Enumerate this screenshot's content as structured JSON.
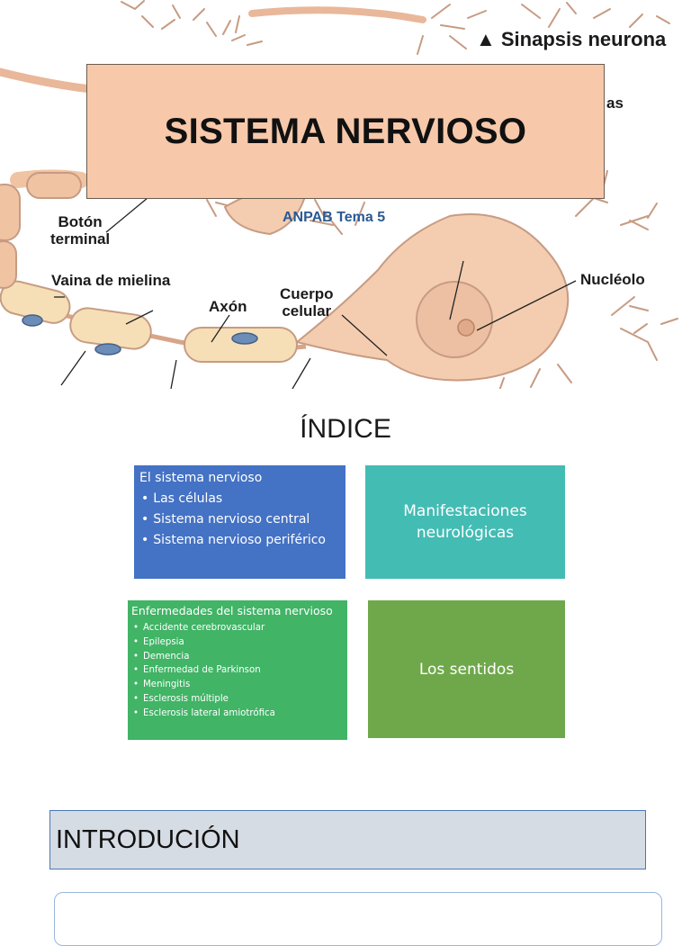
{
  "figure": {
    "labels": {
      "synapse": "▲ Sinapsis neurona",
      "partial": "as",
      "terminal_button": "Botón\nterminal",
      "myelin_sheath": "Vaina de mielina",
      "axon": "Axón",
      "cell_body": "Cuerpo\ncelular",
      "nucleolus": "Nucléolo"
    },
    "colors": {
      "cell": "#f4cdb0",
      "cell_dark": "#e5a988",
      "myelin": "#f6dfb6",
      "outline": "#c79b83"
    }
  },
  "title": "SISTEMA NERVIOSO",
  "subtitle": "ANPAB Tema 5",
  "index": {
    "heading": "ÍNDICE",
    "cards": [
      {
        "title": "El sistema nervioso",
        "items": [
          "Las células",
          "Sistema nervioso central",
          "Sistema nervioso periférico"
        ],
        "color": "#4472c4"
      },
      {
        "title": "Manifestaciones neurológicas",
        "color": "#43bcb4"
      },
      {
        "title": "Enfermedades del sistema nervioso",
        "items": [
          "Accidente cerebrovascular",
          "Epilepsia",
          "Demencia",
          "Enfermedad de Parkinson",
          "Meningitis",
          "Esclerosis múltiple",
          "Esclerosis lateral amiotrófica"
        ],
        "color": "#41b466"
      },
      {
        "title": "Los sentidos",
        "color": "#6fa84a"
      }
    ]
  },
  "intro": {
    "heading": "INTRODUCIÓN"
  }
}
